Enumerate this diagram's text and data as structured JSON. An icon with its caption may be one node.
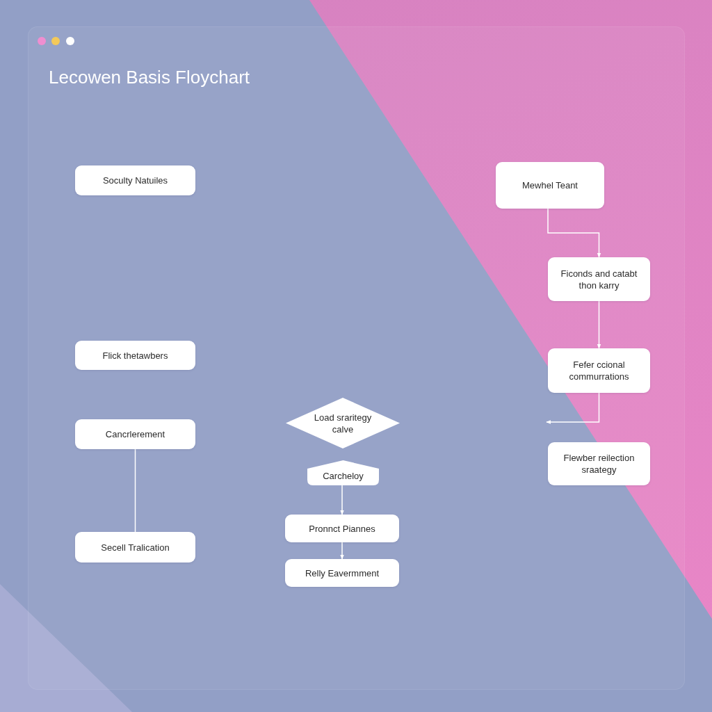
{
  "diagram": {
    "title": "Lecowen Basis Floychart",
    "nodes": [
      {
        "text": [
          "Soculty Natuiles"
        ]
      },
      {
        "text": [
          "Flick thetawbers"
        ]
      },
      {
        "text": [
          "Cancrlerement"
        ]
      },
      {
        "text": [
          "Secell Tralication"
        ]
      },
      {
        "text": [
          "Load sraritegy calve"
        ]
      },
      {
        "text": [
          "Carcheloy"
        ]
      },
      {
        "text": [
          "Pronnct Piannes"
        ]
      },
      {
        "text": [
          "Relly Eavermment"
        ]
      },
      {
        "text": [
          "Mewhel Teant"
        ]
      },
      {
        "text": [
          "Ficonds and catabt thon karry"
        ]
      },
      {
        "text": [
          "Fefer ccional commurrations"
        ]
      },
      {
        "text": [
          "Flewber reilection sraategy"
        ]
      }
    ],
    "edges": [
      {
        "from": 2,
        "to": 3,
        "arrow": "none"
      },
      {
        "from": 5,
        "to": 6,
        "arrow": "to"
      },
      {
        "from": 6,
        "to": 7,
        "arrow": "to"
      },
      {
        "from": 8,
        "to": 9,
        "arrow": "to"
      },
      {
        "from": 9,
        "to": 10,
        "arrow": "to"
      },
      {
        "from": 10,
        "to": null,
        "arrow": "to"
      }
    ]
  }
}
